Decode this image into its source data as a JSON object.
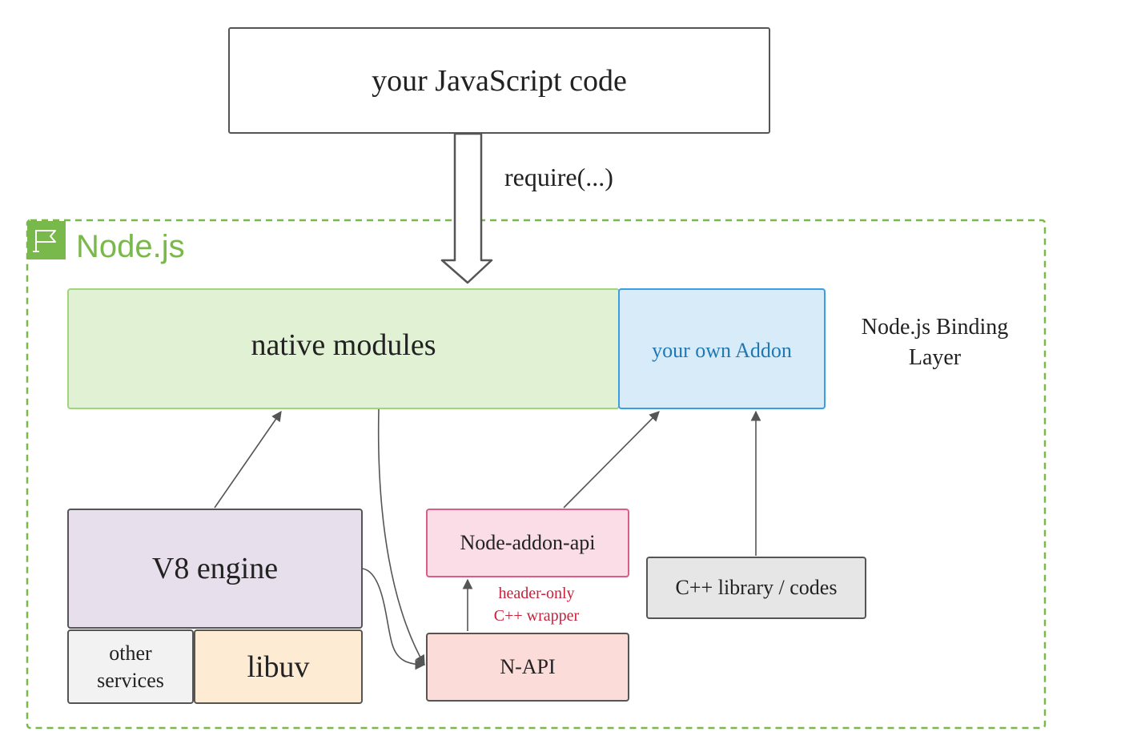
{
  "js_code": {
    "label": "your JavaScript code"
  },
  "require": {
    "label": "require(...)"
  },
  "nodejs": {
    "title": "Node.js",
    "accent_color": "#79b84a",
    "icon": "flag-icon"
  },
  "native_modules": {
    "label": "native modules"
  },
  "own_addon": {
    "label": "your own Addon"
  },
  "binding_layer": {
    "line1": "Node.js Binding",
    "line2": "Layer"
  },
  "v8_engine": {
    "label": "V8 engine"
  },
  "other_services": {
    "line1": "other",
    "line2": "services"
  },
  "libuv": {
    "label": "libuv"
  },
  "node_addon_api": {
    "label": "Node-addon-api"
  },
  "wrapper_note": {
    "line1": "header-only",
    "line2": "C++ wrapper"
  },
  "napi": {
    "label": "N-API"
  },
  "cpp_library": {
    "label": "C++ library / codes"
  }
}
